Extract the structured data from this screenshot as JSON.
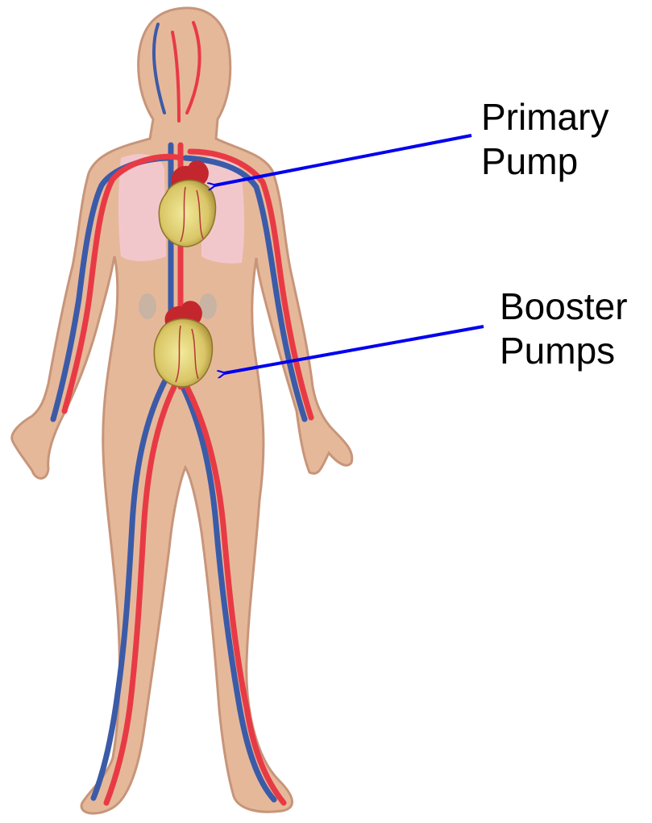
{
  "labels": {
    "primary": {
      "line1": "Primary",
      "line2": "Pump"
    },
    "booster": {
      "line1": "Booster",
      "line2": "Pumps"
    }
  },
  "colors": {
    "skin": "#e6b89a",
    "skin_edge": "#c7957a",
    "artery": "#e83a45",
    "vein": "#3b5ba8",
    "lung": "#f3c9d2",
    "kidney": "#c9b3a3",
    "heart": "#e0d27a",
    "heart_top": "#c4262e",
    "arrow": "#0000ee",
    "text": "#000000"
  },
  "icons": [
    "human-body-figure",
    "heart-icon",
    "heart-icon",
    "arrow-icon",
    "arrow-icon"
  ]
}
